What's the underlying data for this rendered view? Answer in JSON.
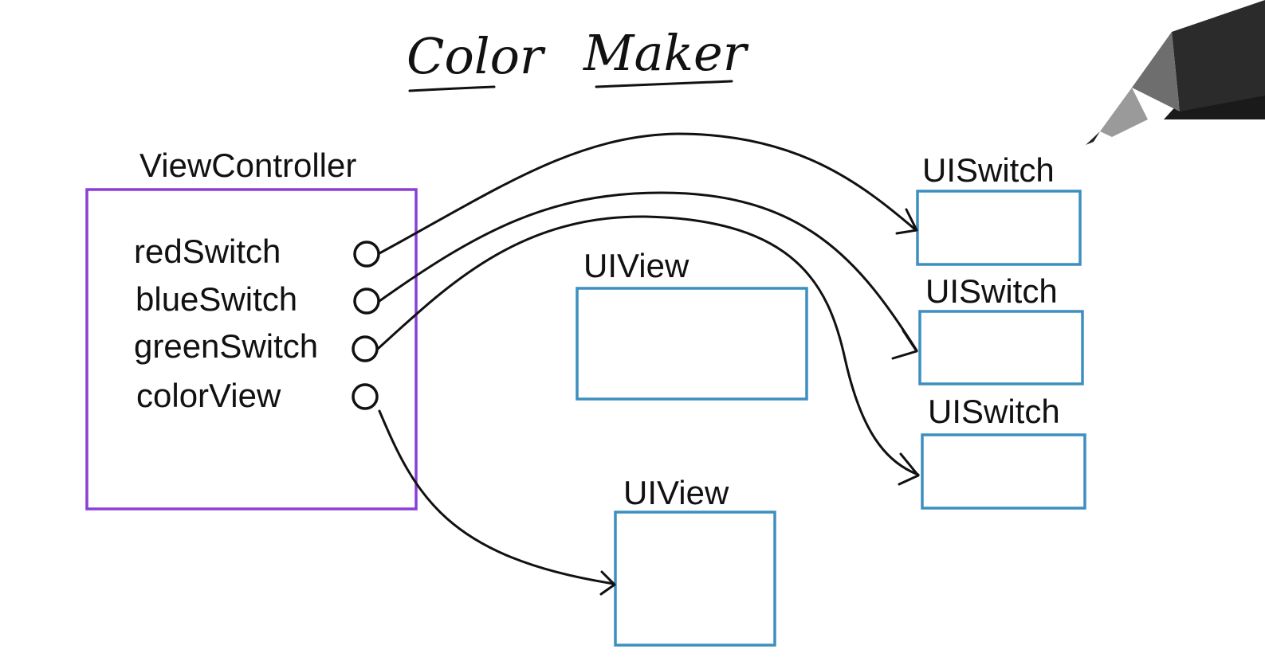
{
  "title": {
    "word1": "Color",
    "word2": "Maker"
  },
  "view_controller": {
    "label": "ViewController",
    "outlets": [
      {
        "name": "redSwitch"
      },
      {
        "name": "blueSwitch"
      },
      {
        "name": "greenSwitch"
      },
      {
        "name": "colorView"
      }
    ]
  },
  "switches": [
    {
      "label": "UISwitch"
    },
    {
      "label": "UISwitch"
    },
    {
      "label": "UISwitch"
    }
  ],
  "views": [
    {
      "label": "UIView"
    },
    {
      "label": "UIView"
    }
  ],
  "connections": [
    {
      "from": "redSwitch",
      "to": "UISwitch 1"
    },
    {
      "from": "blueSwitch",
      "to": "UISwitch 2"
    },
    {
      "from": "greenSwitch",
      "to": "UISwitch 3"
    },
    {
      "from": "colorView",
      "to": "UIView 2"
    }
  ],
  "colors": {
    "view_controller_border": "#8a3fd6",
    "view_border": "#3d8fbf",
    "ink": "#111111"
  }
}
